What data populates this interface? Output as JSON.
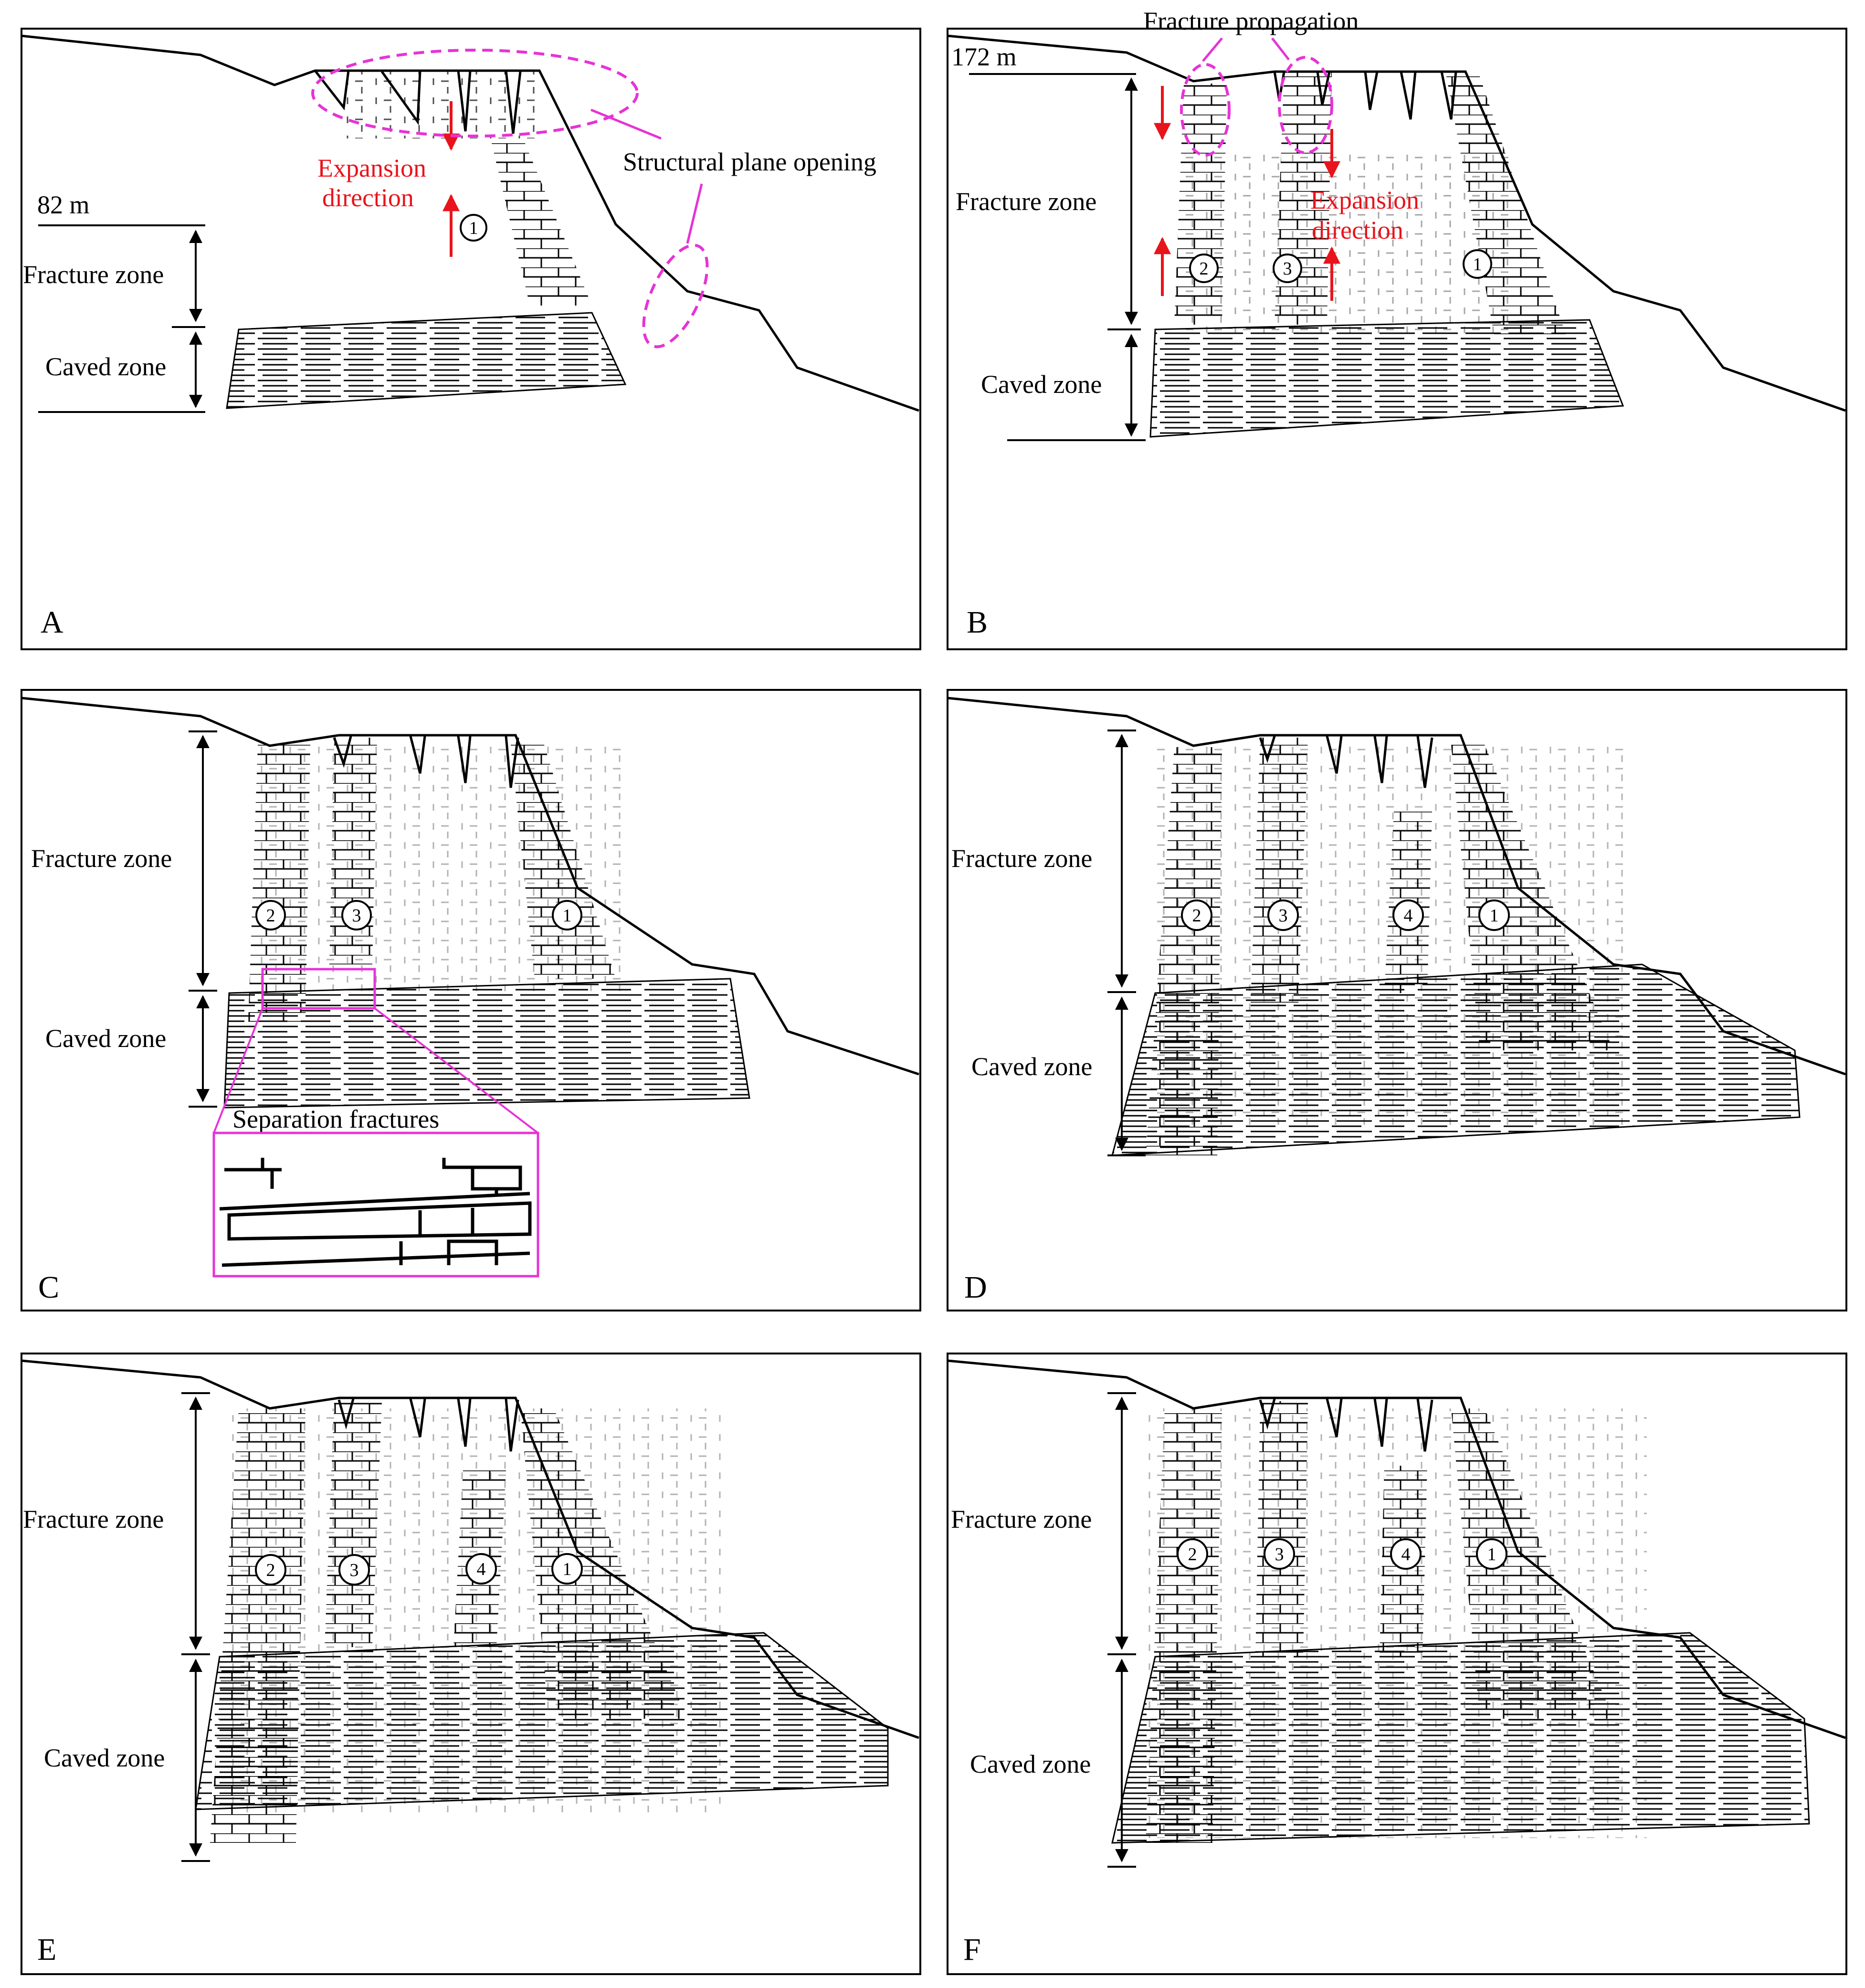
{
  "labels": {
    "fracture_zone": "Fracture zone",
    "caved_zone": "Caved zone",
    "expansion": "Expansion",
    "direction": "direction",
    "structural_plane_opening": "Structural plane opening",
    "fracture_propagation": "Fracture propagation",
    "separation_fractures": "Separation fractures",
    "height_a": "82 m",
    "height_b": "172 m"
  },
  "panels": [
    {
      "letter": "A",
      "circles": [
        "1"
      ]
    },
    {
      "letter": "B",
      "circles": [
        "2",
        "3",
        "1"
      ]
    },
    {
      "letter": "C",
      "circles": [
        "2",
        "3",
        "1"
      ]
    },
    {
      "letter": "D",
      "circles": [
        "2",
        "3",
        "4",
        "1"
      ]
    },
    {
      "letter": "E",
      "circles": [
        "2",
        "3",
        "4",
        "1"
      ]
    },
    {
      "letter": "F",
      "circles": [
        "2",
        "3",
        "4",
        "1"
      ]
    }
  ],
  "colors": {
    "annotation_magenta": "#e633d6",
    "arrow_red": "#e8141c"
  }
}
